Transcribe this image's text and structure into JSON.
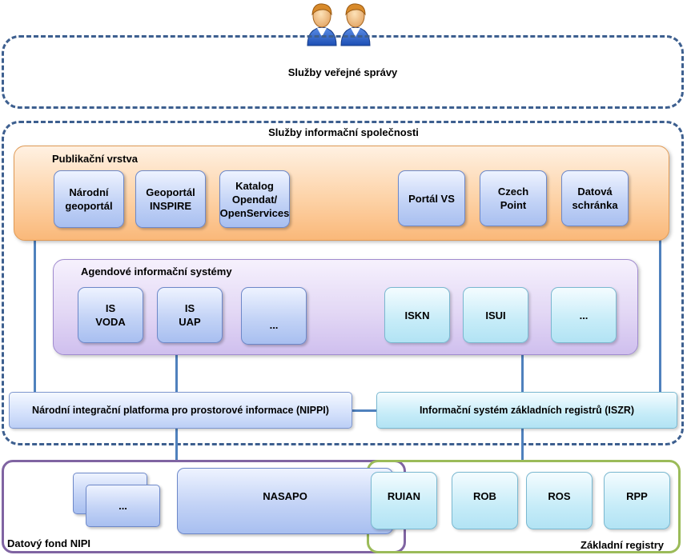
{
  "top": {
    "label": "Služby veřejné správy"
  },
  "info_society": {
    "label": "Služby informační společnosti"
  },
  "publication_layer": {
    "label": "Publikační vrstva",
    "items": [
      "Národní\ngeoportál",
      "Geoportál\nINSPIRE",
      "Katalog\nOpendat/\nOpenServices",
      "Portál VS",
      "Czech\nPoint",
      "Datová\nschránka"
    ]
  },
  "agenda_systems": {
    "label": "Agendové informační systémy",
    "items": [
      "IS\nVODA",
      "IS\nUAP",
      "...",
      "ISKN",
      "ISUI",
      "..."
    ]
  },
  "nippi": {
    "label": "Národní integrační platforma pro prostorové informace (NIPPI)"
  },
  "iszr": {
    "label": "Informační systém základních registrů (ISZR)"
  },
  "datovy_fond": {
    "label": "Datový fond NIPI",
    "items": [
      "...",
      "NASAPO"
    ]
  },
  "zakladni_registry": {
    "label": "Základní registry",
    "items": [
      "RUIAN",
      "ROB",
      "ROS",
      "RPP"
    ]
  },
  "icons": {
    "users": "users-icon"
  },
  "colors": {
    "orange_layer": "#fbc28a",
    "purple_layer": "#d9cdf0",
    "blue_box": "#b7caf3",
    "cyan_box": "#c6ecf8",
    "connector": "#4f81bd",
    "dashed_border": "#3d5f8f",
    "fond_border": "#8064a2",
    "registry_border": "#9bbb59"
  }
}
